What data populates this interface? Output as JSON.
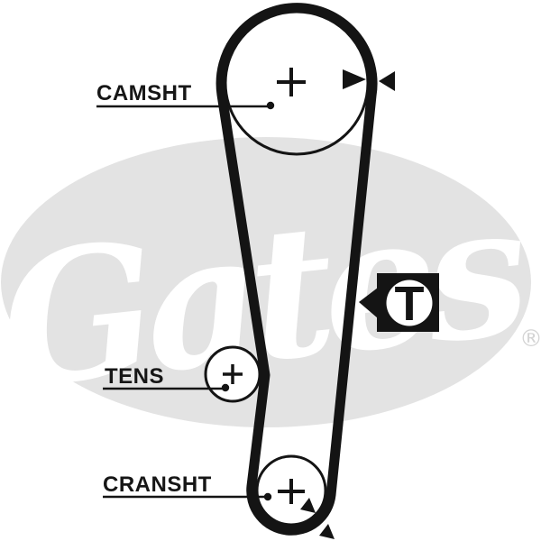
{
  "diagram": {
    "watermark": {
      "brand": "Gates",
      "registered": "®"
    },
    "labels": {
      "camshaft": "CAMSHT",
      "tensioner": "TENS",
      "crankshaft": "CRANSHT"
    },
    "markers": {
      "tensioner_letter": "T"
    },
    "colors": {
      "line": "#141414",
      "watermark_fill": "#e3e3e3",
      "watermark_text": "#ffffff",
      "background": "#ffffff"
    }
  }
}
